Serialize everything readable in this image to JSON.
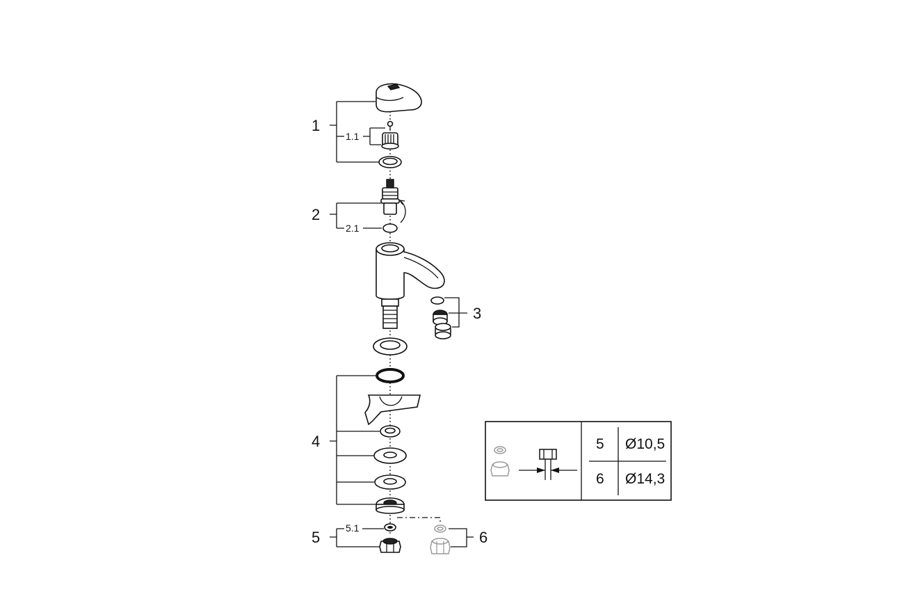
{
  "callouts": {
    "p1": "1",
    "p1_1": "1.1",
    "p2": "2",
    "p2_1": "2.1",
    "p3": "3",
    "p4": "4",
    "p5": "5",
    "p5_1": "5.1",
    "p6": "6"
  },
  "table": {
    "rows": [
      {
        "key": "5",
        "value": "Ø10,5"
      },
      {
        "key": "6",
        "value": "Ø14,3"
      }
    ]
  },
  "icons": [
    "handle-icon",
    "screw-icon",
    "spindle-icon",
    "ring-icon",
    "cartridge-icon",
    "spout-body-icon",
    "aerator-icon",
    "washer-icon",
    "nut-icon",
    "compression-fitting-icon"
  ]
}
